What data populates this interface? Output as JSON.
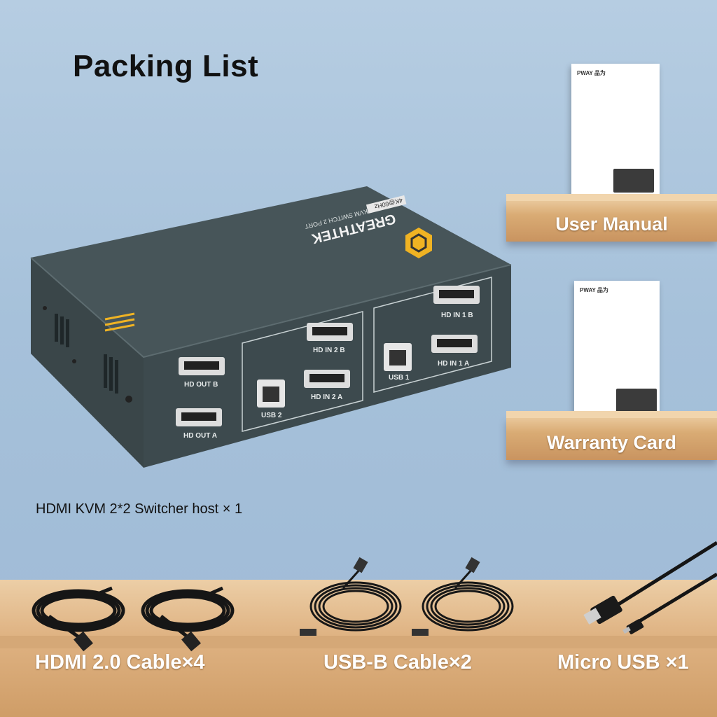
{
  "title": "Packing List",
  "host_caption": "HDMI KVM 2*2 Switcher host × 1",
  "shelves": {
    "user_manual": "User Manual",
    "warranty_card": "Warranty Card"
  },
  "bottom": {
    "hdmi": "HDMI 2.0 Cable×4",
    "usbb": "USB-B Cable×2",
    "micro": "Micro USB ×1"
  },
  "device": {
    "brand": "GREATHTEK",
    "model": "USB 2.0 KVM SWITCH 2 PORT",
    "badge": "4K@60Hz",
    "ports": {
      "hd_out_b": "HD OUT B",
      "hd_out_a": "HD OUT A",
      "hd_in_2b": "HD IN 2 B",
      "hd_in_2a": "HD IN 2 A",
      "usb2": "USB 2",
      "hd_in_1b": "HD IN 1 B",
      "hd_in_1a": "HD IN 1 A",
      "usb1": "USB 1"
    }
  },
  "booklet_brand": "PWAY 品为",
  "colors": {
    "device_body": "#3d4a4e",
    "accent": "#f0b323",
    "background": "#a8c3dc",
    "wood": "#d9ab74"
  }
}
